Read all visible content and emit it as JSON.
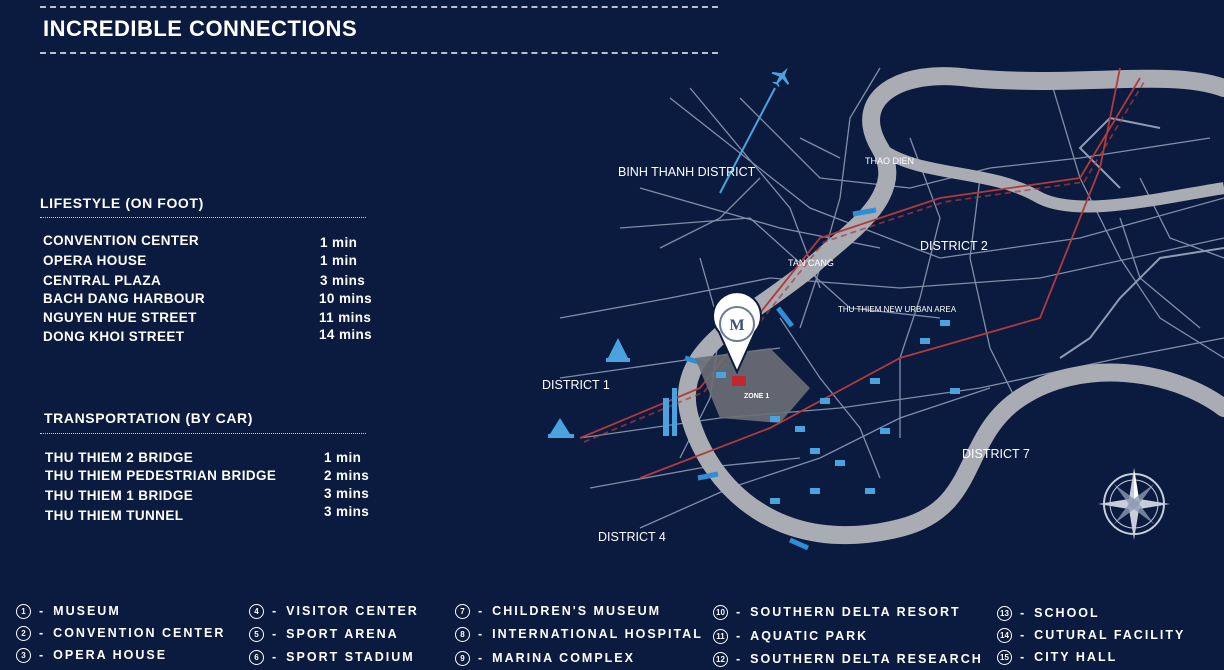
{
  "title": "INCREDIBLE CONNECTIONS",
  "lifestyle": {
    "heading": "LIFESTYLE (ON FOOT)",
    "items": [
      {
        "label": "CONVENTION CENTER",
        "value": "1 min"
      },
      {
        "label": "OPERA HOUSE",
        "value": "1 min"
      },
      {
        "label": "CENTRAL PLAZA",
        "value": "3 mins"
      },
      {
        "label": "BACH DANG HARBOUR",
        "value": "10 mins"
      },
      {
        "label": "NGUYEN HUE STREET",
        "value": "11 mins"
      },
      {
        "label": "DONG KHOI STREET",
        "value": "14 mins"
      }
    ]
  },
  "transportation": {
    "heading": "TRANSPORTATION (BY CAR)",
    "items": [
      {
        "label": "THU THIEM 2 BRIDGE",
        "value": "1 min"
      },
      {
        "label": "THU THIEM PEDESTRIAN BRIDGE",
        "value": "2 mins"
      },
      {
        "label": "THU THIEM 1 BRIDGE",
        "value": "3 mins"
      },
      {
        "label": "THU THIEM TUNNEL",
        "value": "3 mins"
      }
    ]
  },
  "map": {
    "labels": {
      "binh_thanh": "BINH THANH DISTRICT",
      "thao_dien": "THAO DIEN",
      "district2": "DISTRICT 2",
      "tan_cang": "TAN CANG",
      "thu_thiem": "THU THIEM NEW URBAN AREA",
      "district1": "DISTRICT 1",
      "zone1": "ZONE 1",
      "district7": "DISTRICT 7",
      "district4": "DISTRICT 4"
    },
    "colors": {
      "river": "#a9acb2",
      "road": "#8d9bb4",
      "metro": "#b23a3a",
      "accent": "#4aa3df"
    },
    "icons": [
      "airplane-icon",
      "location-pin-icon",
      "compass-rose-icon"
    ]
  },
  "legend": [
    {
      "num": "1",
      "label": "MUSEUM"
    },
    {
      "num": "2",
      "label": "CONVENTION CENTER"
    },
    {
      "num": "3",
      "label": "OPERA HOUSE"
    },
    {
      "num": "4",
      "label": "VISITOR CENTER"
    },
    {
      "num": "5",
      "label": "SPORT ARENA"
    },
    {
      "num": "6",
      "label": "SPORT STADIUM"
    },
    {
      "num": "7",
      "label": "CHILDREN'S MUSEUM"
    },
    {
      "num": "8",
      "label": "INTERNATIONAL HOSPITAL"
    },
    {
      "num": "9",
      "label": "MARINA COMPLEX"
    },
    {
      "num": "10",
      "label": "SOUTHERN DELTA RESORT"
    },
    {
      "num": "11",
      "label": "AQUATIC PARK"
    },
    {
      "num": "12",
      "label": "SOUTHERN DELTA RESEARCH"
    },
    {
      "num": "13",
      "label": "SCHOOL"
    },
    {
      "num": "14",
      "label": "CUTURAL FACILITY"
    },
    {
      "num": "15",
      "label": "CITY HALL"
    }
  ]
}
